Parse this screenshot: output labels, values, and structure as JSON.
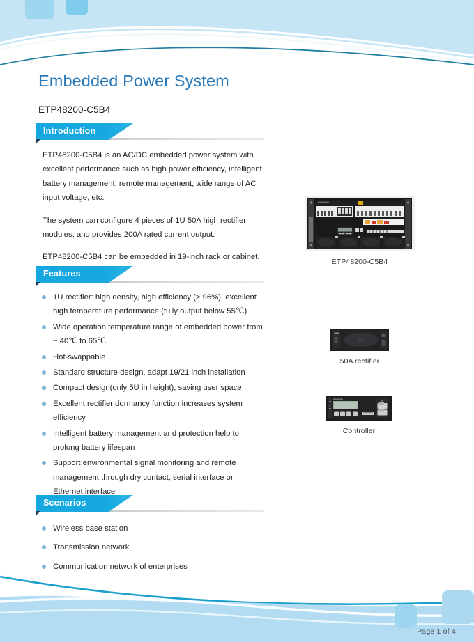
{
  "header": {
    "title": "Embedded Power System",
    "model": "ETP48200-C5B4"
  },
  "colors": {
    "band": "#c5e5f5",
    "band_square": "#9ed6ef",
    "title_blue": "#2878b8",
    "banner_blue": "#16a9e1",
    "arc_teal": "#1b7c9e",
    "bullet": "#7fb4d4",
    "body_text": "#231f20"
  },
  "sections": [
    {
      "id": "introduction",
      "label": "Introduction",
      "paragraphs": [
        "ETP48200-C5B4 is an AC/DC embedded power system with excellent performance such as high power efficiency, intelligent battery management, remote management, wide range of  AC input voltage, etc.",
        "The system can configure 4 pieces of 1U 50A high rectifier modules, and provides 200A rated current output.",
        "ETP48200-C5B4 can be embedded in 19-inch rack or cabinet."
      ]
    },
    {
      "id": "features",
      "label": "Features",
      "bullets": [
        "1U rectifier: high density, high efficiency (> 96%), excellent high temperature performance (fully output below 55℃)",
        "Wide operation temperature range of embedded power from − 40℃ to 65℃",
        "Hot-swappable",
        "Standard structure design, adapt 19/21 inch installation",
        "Compact design(only 5U in height), saving user space",
        "Excellent rectifier dormancy function increases system efficiency",
        "Intelligent battery management and protection help to prolong battery lifespan",
        "Support environmental signal monitoring and remote management through dry contact, serial interface or Ethernet interface"
      ]
    },
    {
      "id": "scenarios",
      "label": "Scenarios",
      "bullets": [
        "Wireless base station",
        "Transmission network",
        "Communication network of enterprises"
      ]
    }
  ],
  "products": [
    {
      "id": "system-rack",
      "caption": "ETP48200-C5B4"
    },
    {
      "id": "rectifier-50a",
      "caption": "50A rectifier"
    },
    {
      "id": "controller",
      "caption": "Controller"
    }
  ],
  "footer": {
    "page_label": "Page 1 of  4"
  }
}
